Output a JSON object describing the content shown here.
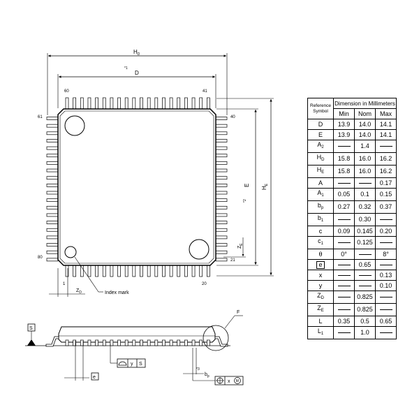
{
  "diagram": {
    "top_view": {
      "pin_labels": {
        "p1": "1",
        "p20": "20",
        "p21": "21",
        "p40": "40",
        "p41": "41",
        "p60": "60",
        "p61": "61",
        "p80": "80"
      },
      "dims": {
        "HD": "H",
        "HD_sub": "D",
        "D": "D",
        "E": "E",
        "HE": "H",
        "HE_sub": "E",
        "ZD": "Z",
        "ZD_sub": "D",
        "ZE": "Z",
        "ZE_sub": "E"
      },
      "notes": {
        "n1": "*1",
        "n2": "*2"
      },
      "index_mark": "Index mark"
    },
    "side_view": {
      "datum_s": "S",
      "detail_f": "F",
      "e_box": "e",
      "bp": "b",
      "bp_sub": "p",
      "note3": "*3",
      "tol_y": {
        "y": "y",
        "s": "S"
      },
      "tol_x": {
        "x": "x",
        "m": "M"
      }
    }
  },
  "table": {
    "ref_header_1": "Reference",
    "ref_header_2": "Symbol",
    "group_header": "Dimension in Millimeters",
    "columns": [
      "Min",
      "Nom",
      "Max"
    ],
    "rows": [
      {
        "sym": "D",
        "sub": "",
        "boxed": false,
        "min": "13.9",
        "nom": "14.0",
        "max": "14.1"
      },
      {
        "sym": "E",
        "sub": "",
        "boxed": false,
        "min": "13.9",
        "nom": "14.0",
        "max": "14.1"
      },
      {
        "sym": "A",
        "sub": "2",
        "boxed": false,
        "min": "—",
        "nom": "1.4",
        "max": "—"
      },
      {
        "sym": "H",
        "sub": "D",
        "boxed": false,
        "min": "15.8",
        "nom": "16.0",
        "max": "16.2"
      },
      {
        "sym": "H",
        "sub": "E",
        "boxed": false,
        "min": "15.8",
        "nom": "16.0",
        "max": "16.2"
      },
      {
        "sym": "A",
        "sub": "",
        "boxed": false,
        "min": "—",
        "nom": "—",
        "max": "0.17"
      },
      {
        "sym": "A",
        "sub": "1",
        "boxed": false,
        "min": "0.05",
        "nom": "0.1",
        "max": "0.15"
      },
      {
        "sym": "b",
        "sub": "p",
        "boxed": false,
        "min": "0.27",
        "nom": "0.32",
        "max": "0.37"
      },
      {
        "sym": "b",
        "sub": "1",
        "boxed": false,
        "min": "—",
        "nom": "0.30",
        "max": "—"
      },
      {
        "sym": "c",
        "sub": "",
        "boxed": false,
        "min": "0.09",
        "nom": "0.145",
        "max": "0.20"
      },
      {
        "sym": "c",
        "sub": "1",
        "boxed": false,
        "min": "—",
        "nom": "0.125",
        "max": "—"
      },
      {
        "sym": "θ",
        "sub": "",
        "boxed": false,
        "min": "0°",
        "nom": "—",
        "max": "8°"
      },
      {
        "sym": "e",
        "sub": "",
        "boxed": true,
        "min": "—",
        "nom": "0.65",
        "max": "—"
      },
      {
        "sym": "x",
        "sub": "",
        "boxed": false,
        "min": "—",
        "nom": "—",
        "max": "0.13"
      },
      {
        "sym": "y",
        "sub": "",
        "boxed": false,
        "min": "—",
        "nom": "—",
        "max": "0.10"
      },
      {
        "sym": "Z",
        "sub": "D",
        "boxed": false,
        "min": "—",
        "nom": "0.825",
        "max": "—"
      },
      {
        "sym": "Z",
        "sub": "E",
        "boxed": false,
        "min": "—",
        "nom": "0.825",
        "max": "—"
      },
      {
        "sym": "L",
        "sub": "",
        "boxed": false,
        "min": "0.35",
        "nom": "0.5",
        "max": "0.65"
      },
      {
        "sym": "L",
        "sub": "1",
        "boxed": false,
        "min": "—",
        "nom": "1.0",
        "max": "—"
      }
    ]
  }
}
